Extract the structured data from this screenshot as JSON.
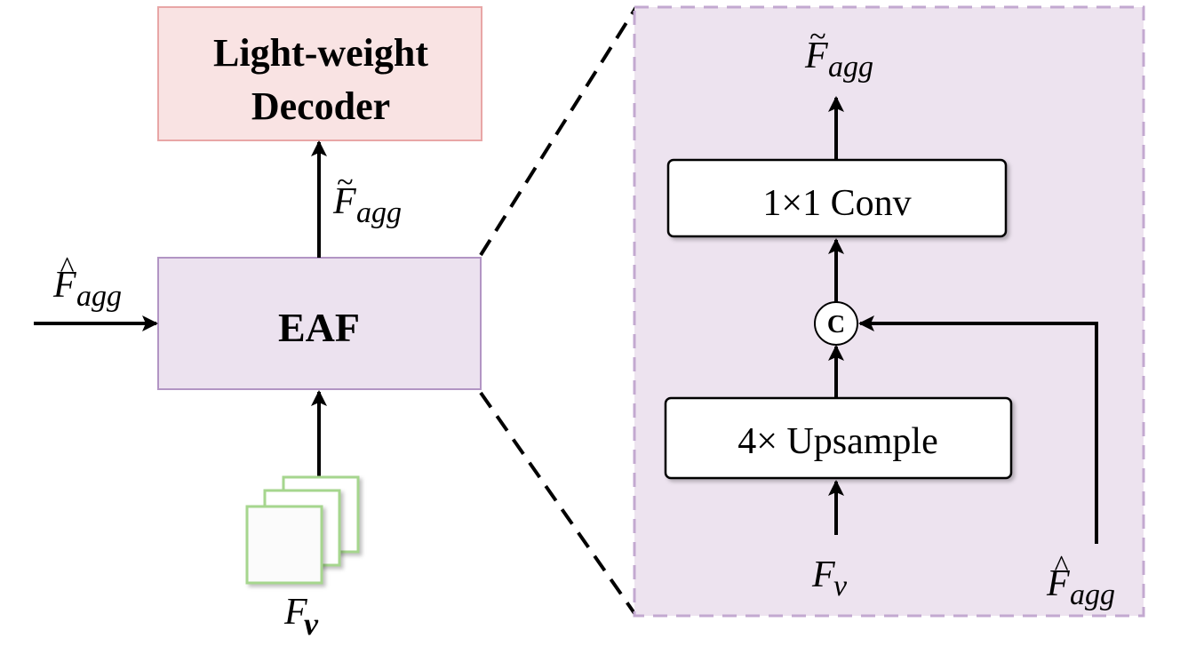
{
  "left": {
    "decoder": {
      "line1": "Light-weight",
      "line2": "Decoder"
    },
    "eaf": {
      "label": "EAF"
    },
    "input_hat": {
      "symbol": "F",
      "accent": "^",
      "sub": "agg"
    },
    "output_tilde": {
      "symbol": "F",
      "accent": "~",
      "sub": "agg"
    },
    "features": {
      "symbol": "F",
      "sub": "v"
    }
  },
  "detail": {
    "output_tilde": {
      "symbol": "F",
      "accent": "~",
      "sub": "agg"
    },
    "conv": {
      "label": "1×1 Conv"
    },
    "concat": {
      "label": "C"
    },
    "upsample": {
      "label": "4× Upsample"
    },
    "input_v": {
      "symbol": "F",
      "sub": "v"
    },
    "input_hat": {
      "symbol": "F",
      "accent": "^",
      "sub": "agg"
    }
  },
  "colors": {
    "decoder_fill": "#f9e3e3",
    "decoder_border": "#e8a6a6",
    "eaf_fill": "#ece2ef",
    "eaf_border": "#b295c4",
    "panel_fill": "#ede3ef",
    "panel_border": "#c3a9d0",
    "feature_border": "#a6d68e",
    "arrow": "#000000"
  }
}
